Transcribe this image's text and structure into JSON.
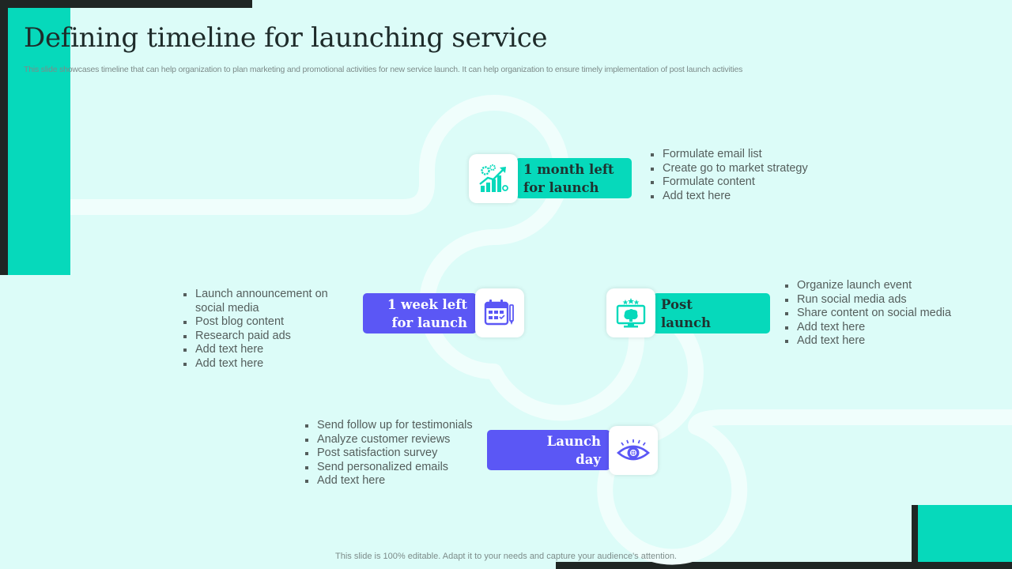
{
  "title": "Defining timeline for launching service",
  "subtitle": "This slide showcases timeline that can help organization to plan marketing and promotional activities for new service launch. It can help organization to ensure timely implementation of post launch activities",
  "footer": "This slide is 100% editable. Adapt it to your needs and capture your audience's attention.",
  "colors": {
    "background": "#dcfcf8",
    "teal": "#06d9bb",
    "purple": "#5b57f5",
    "dark": "#1f2624"
  },
  "milestones": {
    "month": {
      "label": "1 month left for launch",
      "icon": "growth-chart-gears-icon",
      "bullets": [
        "Formulate email list",
        "Create go to market strategy",
        "Formulate content",
        "Add text here"
      ]
    },
    "week": {
      "label": "1 week left for launch",
      "icon": "calendar-pen-icon",
      "bullets": [
        "Launch announcement on social media",
        "Post blog content",
        "Research paid ads",
        "Add text here",
        "Add text here"
      ]
    },
    "post": {
      "label": "Post launch",
      "icon": "monitor-brain-stars-icon",
      "bullets": [
        "Organize launch event",
        "Run social media ads",
        "Share content on social media",
        "Add text here",
        "Add text here"
      ]
    },
    "launch": {
      "label": "Launch day",
      "icon": "eye-icon",
      "bullets": [
        "Send follow up for testimonials",
        "Analyze customer reviews",
        "Post satisfaction survey",
        "Send personalized emails",
        "Add text here"
      ]
    }
  }
}
